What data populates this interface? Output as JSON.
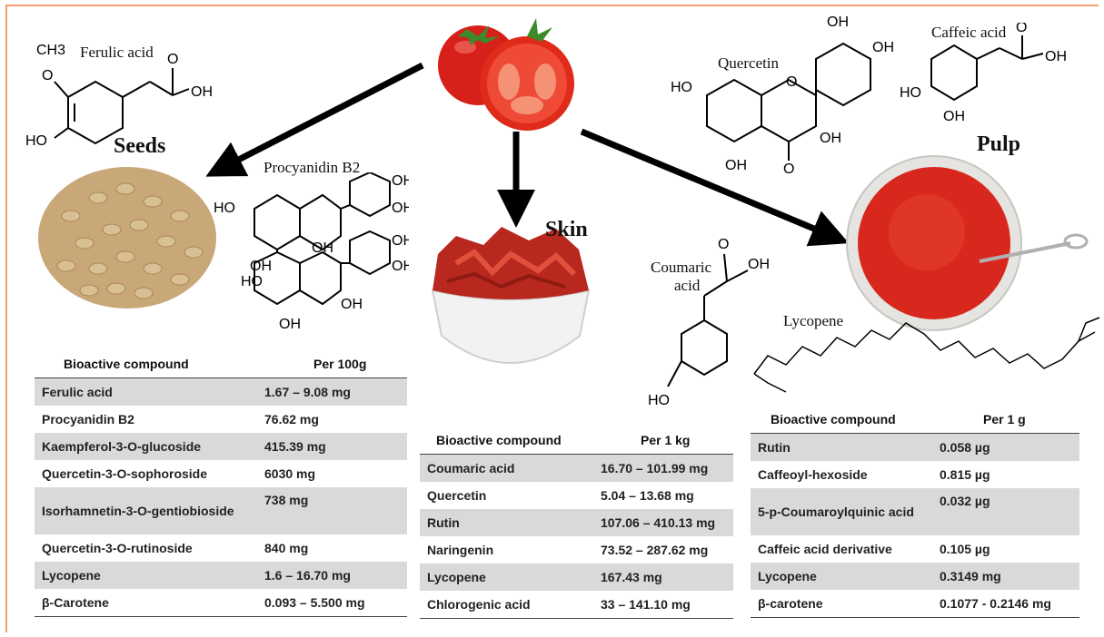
{
  "sections": {
    "seeds": "Seeds",
    "skin": "Skin",
    "pulp": "Pulp"
  },
  "molecules": {
    "ferulic": "Ferulic acid",
    "procyanidin": "Procyanidin B2",
    "quercetin": "Quercetin",
    "caffeic": "Caffeic acid",
    "coumaric_1": "Coumaric",
    "coumaric_2": "acid",
    "lycopene": "Lycopene"
  },
  "atoms": {
    "ch3": "CH3",
    "o": "O",
    "oh": "OH",
    "ho": "HO"
  },
  "tables": {
    "seeds": {
      "headers": [
        "Bioactive compound",
        "Per 100g"
      ],
      "rows": [
        [
          "Ferulic acid",
          "1.67 – 9.08 mg"
        ],
        [
          "Procyanidin B2",
          "76.62 mg"
        ],
        [
          "Kaempferol-3-O-glucoside",
          "415.39 mg"
        ],
        [
          "Quercetin-3-O-sophoroside",
          "6030 mg"
        ],
        [
          "Isorhamnetin-3-O-gentiobioside",
          "738 mg"
        ],
        [
          "Quercetin-3-O-rutinoside",
          "840 mg"
        ],
        [
          "Lycopene",
          "1.6 – 16.70 mg"
        ],
        [
          "β-Carotene",
          "0.093 – 5.500 mg"
        ]
      ]
    },
    "skin": {
      "headers": [
        "Bioactive compound",
        "Per 1 kg"
      ],
      "rows": [
        [
          "Coumaric acid",
          "16.70 – 101.99 mg"
        ],
        [
          "Quercetin",
          "5.04 – 13.68 mg"
        ],
        [
          "Rutin",
          "107.06 – 410.13 mg"
        ],
        [
          "Naringenin",
          "73.52 – 287.62 mg"
        ],
        [
          "Lycopene",
          "167.43 mg"
        ],
        [
          "Chlorogenic acid",
          "33 – 141.10 mg"
        ]
      ]
    },
    "pulp": {
      "headers": [
        "Bioactive compound",
        "Per 1 g"
      ],
      "rows": [
        [
          "Rutin",
          "0.058 µg"
        ],
        [
          "Caffeoyl-hexoside",
          "0.815 µg"
        ],
        [
          "5-p-Coumaroylquinic acid",
          "0.032 µg"
        ],
        [
          "Caffeic acid derivative",
          "0.105 µg"
        ],
        [
          "Lycopene",
          "0.3149 mg"
        ],
        [
          "β-carotene",
          "0.1077 - 0.2146 mg"
        ]
      ]
    }
  },
  "colors": {
    "frame": "#f0a070",
    "tomato": "#e02a1a",
    "seed": "#c8a878",
    "sauce": "#d8281e",
    "row_shade": "#d9d9d9"
  }
}
